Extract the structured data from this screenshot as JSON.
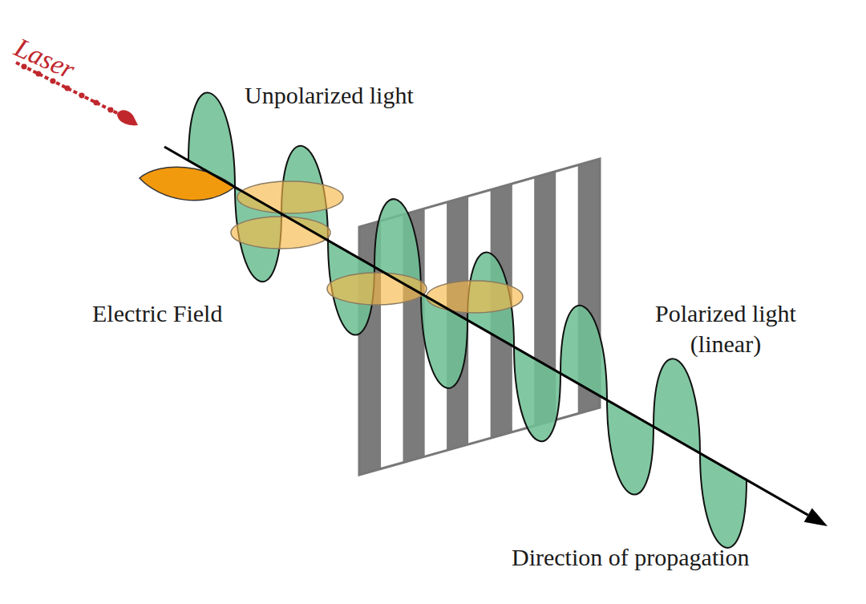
{
  "diagram": {
    "labels": [
      "Laser",
      "Unpolarized light",
      "Electric Field",
      "Polarized light (linear)",
      "Direction of propagation"
    ]
  }
}
